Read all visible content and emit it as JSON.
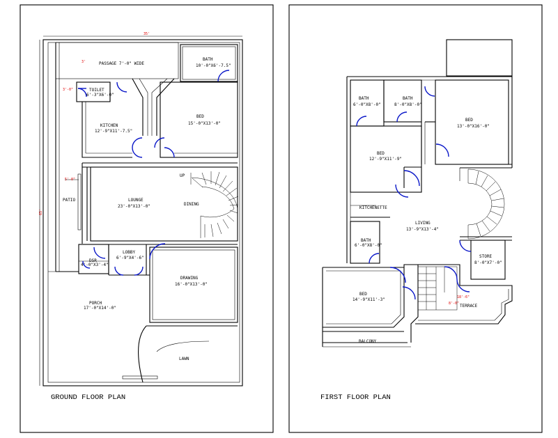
{
  "ground_floor": {
    "title": "GROUND FLOOR PLAN",
    "rooms": {
      "passage": "PASSAGE 7'-0\" WIDE",
      "bath": "BATH",
      "bath_dim": "10'-0\"X6'-7.5\"",
      "toilet": "TOILET",
      "toilet_dim": "6'-3\"X6'-0\"",
      "kitchen": "KITCHEN",
      "kitchen_dim": "12'-9\"X11'-7.5\"",
      "bed": "BED",
      "bed_dim": "15'-0\"X13'-0\"",
      "patio": "PATIO",
      "lounge": "LOUNGE",
      "lounge_dim": "23'-0\"X13'-0\"",
      "dining": "DINING",
      "up": "UP",
      "lobby": "LOBBY",
      "lobby_dim": "6'-9\"X4'-6\"",
      "dsr": "DSR",
      "dsr_dim": "4'-0\"X3'-4\"",
      "drawing": "DRAWING",
      "drawing_dim": "16'-0\"X13'-0\"",
      "porch": "PORCH",
      "porch_dim": "17'-0\"X14'-0\"",
      "lawn": "LAWN"
    },
    "dims": {
      "top_width": "35'",
      "left_depth": "65'",
      "mark_1": "3'",
      "mark_2": "3'-0\"",
      "mark_3": "5'-0\""
    }
  },
  "first_floor": {
    "title": "FIRST FLOOR PLAN",
    "rooms": {
      "bath_1": "BATH",
      "bath_1_dim": "6'-0\"X8'-0\"",
      "bath_2": "BATH",
      "bath_2_dim": "8'-0\"X8'-0\"",
      "bed_1": "BED",
      "bed_1_dim": "13'-0\"X16'-0\"",
      "bed_2": "BED",
      "bed_2_dim": "12'-9\"X11'-9\"",
      "kitchenette": "KITCHENETTE",
      "living": "LIVING",
      "living_dim": "13'-9\"X13'-4\"",
      "bath_3": "BATH",
      "bath_3_dim": "6'-0\"X8'-0\"",
      "store": "STORE",
      "store_dim": "8'-0\"X7'-0\"",
      "bed_3": "BED",
      "bed_3_dim": "14'-9\"X11'-3\"",
      "terrace": "TERRACE",
      "balcony": "BALCONY"
    },
    "dims": {
      "mark_1": "18'-6\"",
      "mark_2": "8'-0\""
    }
  },
  "colors": {
    "walls": "#000000",
    "doors": "#0a17c8",
    "dimension_marks": "#e00000"
  }
}
